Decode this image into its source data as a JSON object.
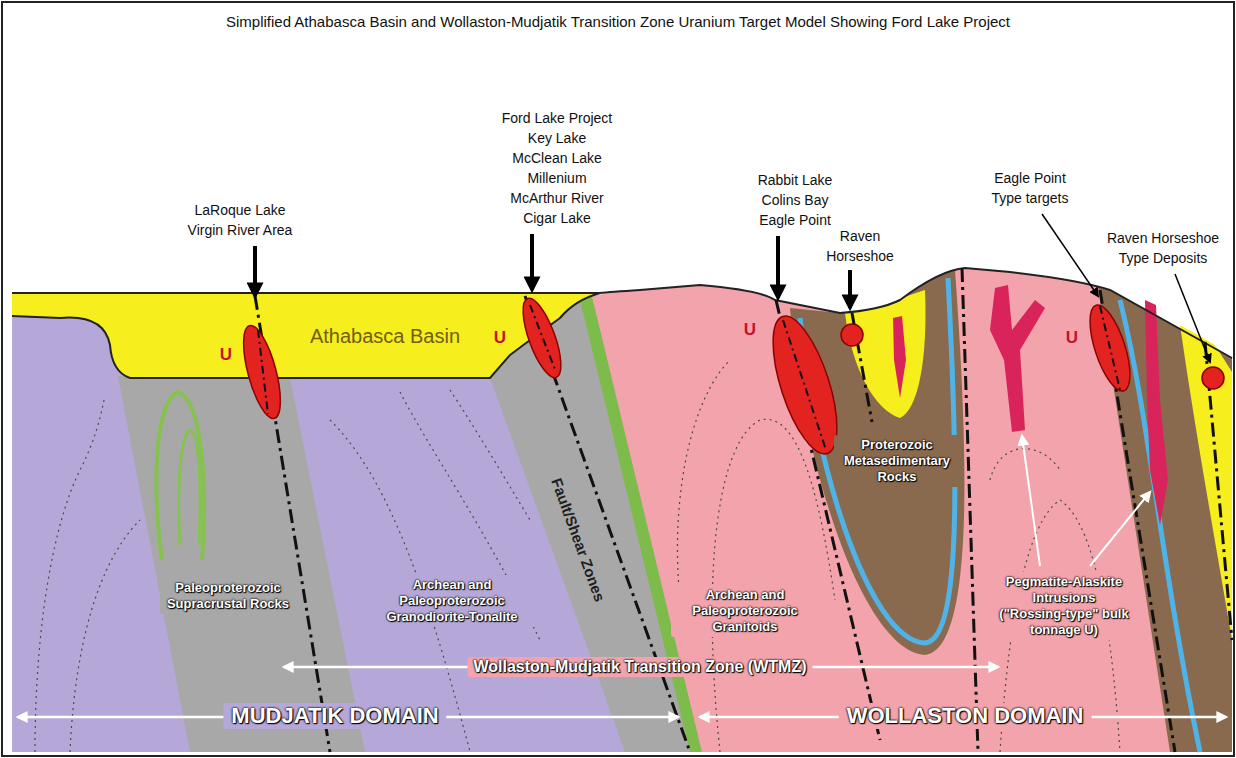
{
  "diagram": {
    "title": "Simplified Athabasca Basin and Wollaston-Mudjatik Transition Zone Uranium Target Model Showing Ford Lake Project",
    "labels": [
      "LaRoque Lake Virgin River Area",
      "Ford Lake Project",
      "Key Lake",
      "McClean Lake",
      "Millenium",
      "McArthur River",
      "Cigar Lake",
      "Rabbit Lake",
      "Colins Bay",
      "Eagle Point",
      "Raven Horseshoe",
      "Eagle Point Type targets",
      "Raven Horseshoe Type Deposits",
      "U",
      "Athabasca Basin",
      "U",
      "U",
      "U",
      "Proterozoic Metasedimentary Rocks",
      "Paleoproterozoic Supracrustal Rocks",
      "Archean and Paleoproterozoic Granodiorite-Tonalite",
      "Fault/Shear Zones",
      "Archean and Paleoproterozoic Granitoids",
      "Pegmatite-Alaskite Intrusions (\"Rossing-type\" bulk tonnage U)",
      "Wollaston-Mudjatik Transition Zone (WTMZ)",
      "MUDJATIK DOMAIN",
      "WOLLASTON DOMAIN"
    ]
  }
}
